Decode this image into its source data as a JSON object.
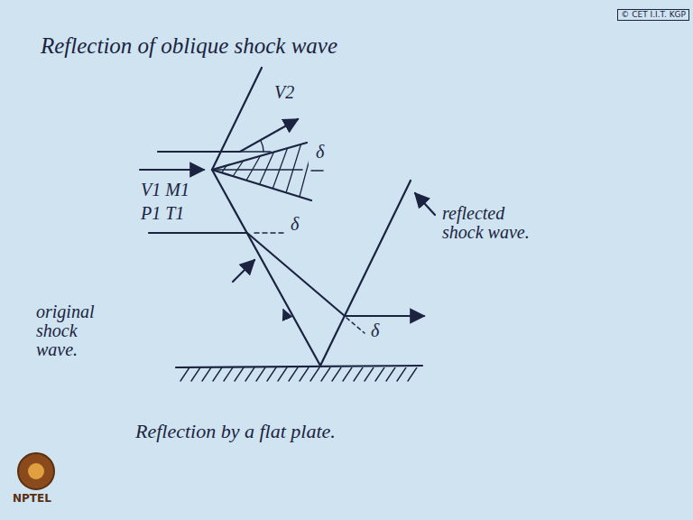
{
  "diagram": {
    "title": "Reflection of oblique shock wave",
    "caption": "Reflection by a flat plate.",
    "labels": [
      "V2",
      "δ",
      "V1 M1",
      "P1 T1",
      "δ",
      "δ",
      "reflected shock wave.",
      "original shock wave.",
      "© CET I.I.T. KGP",
      "NPTEL"
    ]
  }
}
